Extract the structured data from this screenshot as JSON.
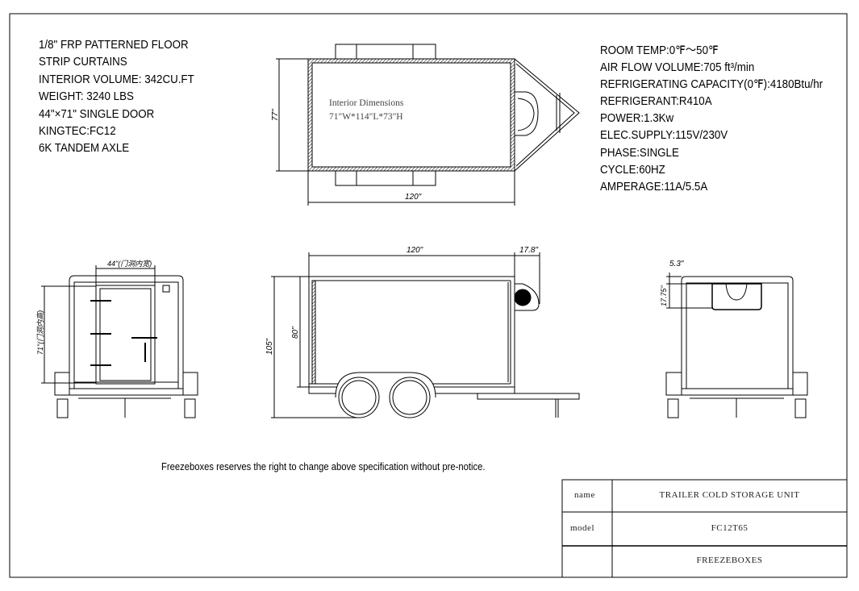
{
  "left_specs": [
    "1/8\"     FRP PATTERNED FLOOR",
    "STRIP CURTAINS",
    "INTERIOR VOLUME: 342CU.FT",
    "WEIGHT: 3240 LBS",
    "44\"×71\" SINGLE DOOR",
    "KINGTEC:FC12",
    "6K TANDEM AXLE"
  ],
  "right_specs": [
    "ROOM TEMP:0℉～50℉",
    "AIR FLOW VOLUME:705 ft³/min",
    "REFRIGERATING CAPACITY(0℉):4180Btu/hr",
    "REFRIGERANT:R410A",
    "POWER:1.3Kw",
    "ELEC.SUPPLY:115V/230V",
    "PHASE:SINGLE",
    "CYCLE:60HZ",
    "AMPERAGE:11A/5.5A"
  ],
  "top_view": {
    "interior_title": "Interior Dimensions",
    "interior_dims": "71\"W*114\"L*73\"H",
    "width_dim": "77\"",
    "length_dim": "120\""
  },
  "front_view": {
    "door_width_dim": "44\"(门洞内宽)",
    "door_height_dim": "71\"(门洞内高)"
  },
  "side_view": {
    "length_dim": "120\"",
    "unit_dim": "17.8\"",
    "total_height_dim": "105\"",
    "box_height_dim": "80\""
  },
  "rear_view": {
    "top_offset_dim": "5.3\"",
    "unit_height_dim": "17.75\""
  },
  "disclaimer": "Freezeboxes reserves the right to change above specification without pre-notice.",
  "title_block": {
    "name_label": "name",
    "name_value": "TRAILER COLD STORAGE UNIT",
    "model_label": "model",
    "model_value": "FC12T65",
    "company": "FREEZEBOXES"
  }
}
